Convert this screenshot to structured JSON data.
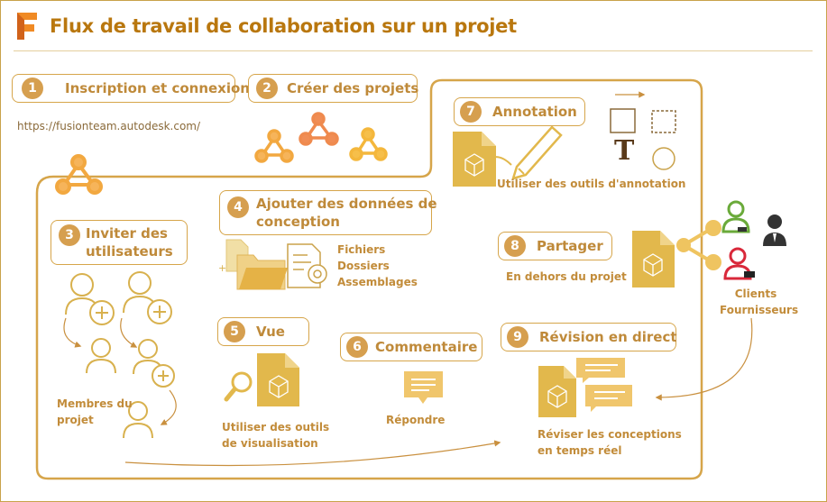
{
  "header": {
    "title": "Flux de travail de collaboration sur un projet",
    "logo_letter": "F"
  },
  "url": "https://fusionteam.autodesk.com/",
  "steps": [
    {
      "number": "1",
      "label": "Inscription et connexion"
    },
    {
      "number": "2",
      "label": "Créer des projets"
    },
    {
      "number": "3",
      "label_line1": "Inviter des",
      "label_line2": "utilisateurs"
    },
    {
      "number": "4",
      "label_line1": "Ajouter des données de",
      "label_line2": "conception"
    },
    {
      "number": "5",
      "label": "Vue"
    },
    {
      "number": "6",
      "label": "Commentaire"
    },
    {
      "number": "7",
      "label": "Annotation"
    },
    {
      "number": "8",
      "label": "Partager"
    },
    {
      "number": "9",
      "label": "Révision en direct"
    }
  ],
  "members": {
    "line1": "Membres du",
    "line2": "projet"
  },
  "data_types": [
    "Fichiers",
    "Dossiers",
    "Assemblages"
  ],
  "view_caption": {
    "line1": "Utiliser des outils",
    "line2": "de visualisation"
  },
  "comment_caption": "Répondre",
  "annotation_caption": "Utiliser des outils d'annotation",
  "annotation_text_tool": "T",
  "share_caption": "En dehors du projet",
  "external": {
    "line1": "Clients",
    "line2": "Fournisseurs"
  },
  "review_caption": {
    "line1": "Réviser les conceptions",
    "line2": "en temps réel"
  },
  "colors": {
    "accent": "#d69f4f",
    "title": "#b9770e",
    "text": "#c28c3a",
    "doc": "#e2b84c",
    "green": "#6aaa3a",
    "red": "#d9283a",
    "dark": "#333333"
  }
}
